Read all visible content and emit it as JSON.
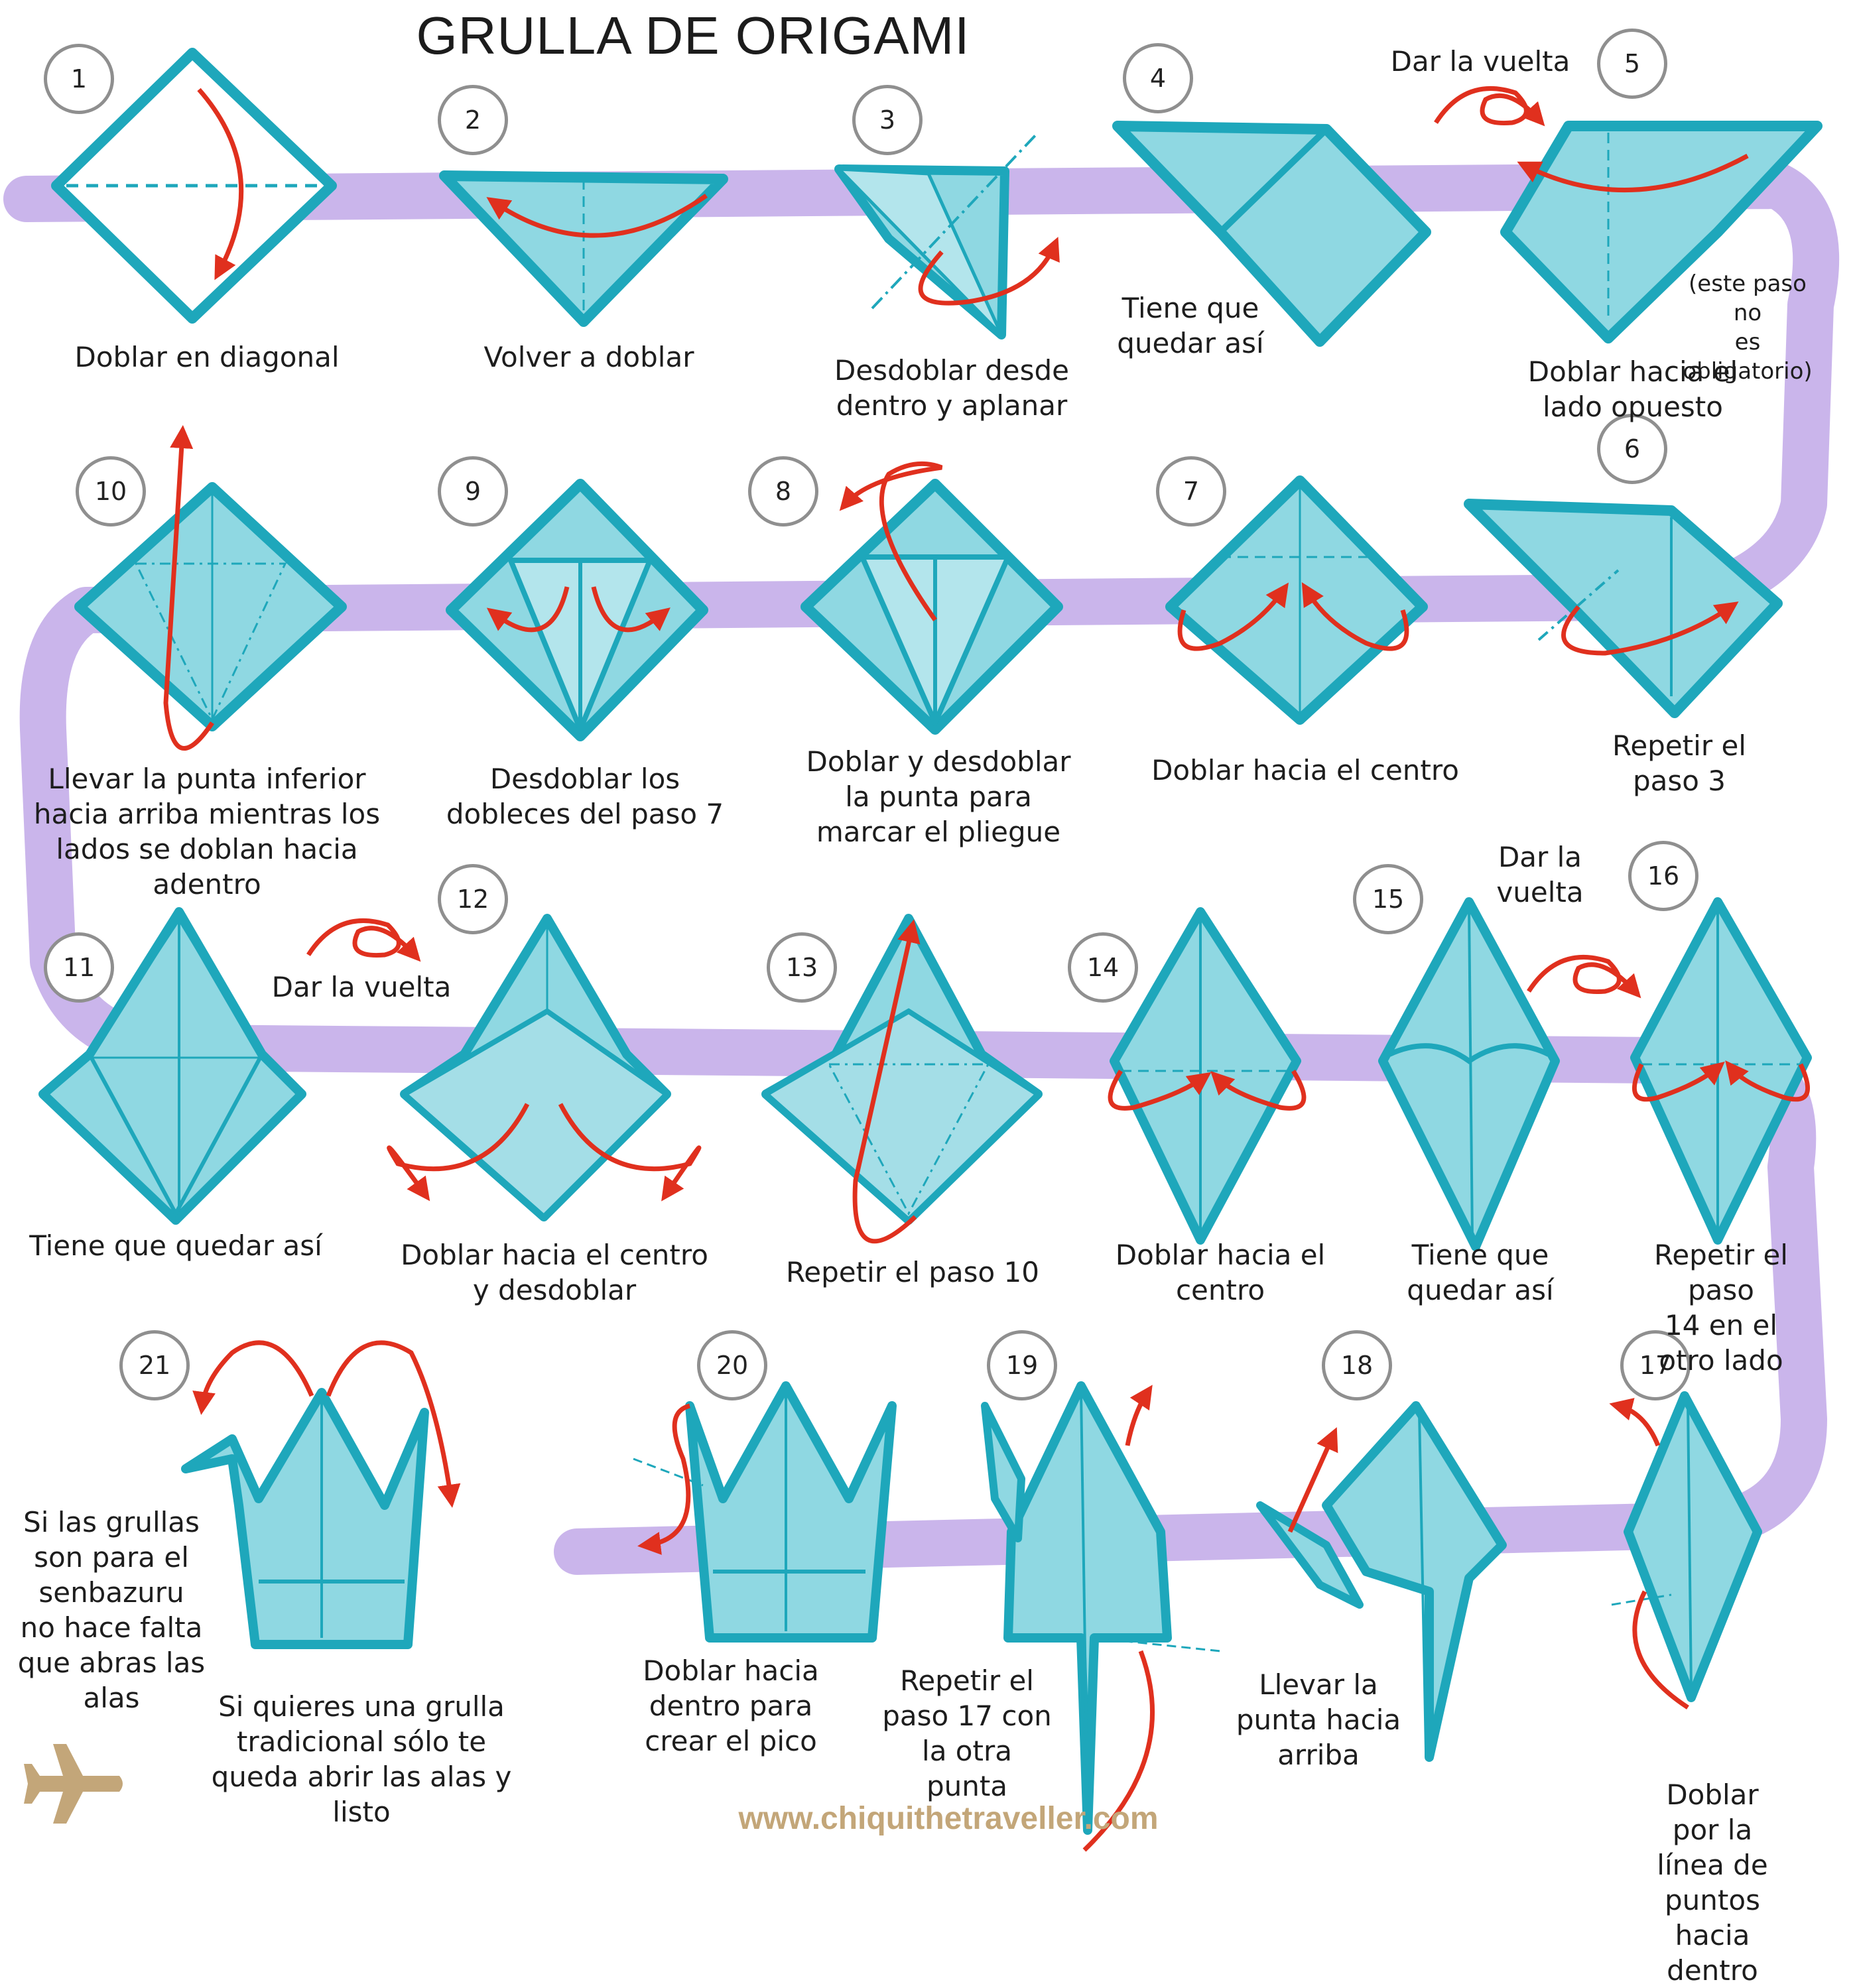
{
  "title": "GRULLA DE ORIGAMI",
  "footer": {
    "website": "www.chiquithetraveller.com"
  },
  "colors": {
    "paper": "#1ea7bb",
    "paper_fill": "#8fd8e2",
    "path": "#c1a8e8",
    "arrow": "#e0301e",
    "circle": "#8f8f8f",
    "footer": "#c3a679"
  },
  "icons": {
    "logo": "airplane-icon"
  },
  "steps": [
    {
      "n": "1",
      "caption": "Doblar en diagonal"
    },
    {
      "n": "2",
      "caption": "Volver a doblar"
    },
    {
      "n": "3",
      "caption": "Desdoblar desde\ndentro y aplanar"
    },
    {
      "n": "4",
      "caption": "Tiene que\nquedar así"
    },
    {
      "n": "5",
      "caption": "Doblar hacia el lado opuesto",
      "note": "(este paso no\nes obligatorio)"
    },
    {
      "n": "6",
      "caption": "Repetir el paso 3"
    },
    {
      "n": "7",
      "caption": "Doblar hacia el centro"
    },
    {
      "n": "8",
      "caption": "Doblar y desdoblar\nla punta para\nmarcar el pliegue"
    },
    {
      "n": "9",
      "caption": "Desdoblar los\ndobleces del paso 7"
    },
    {
      "n": "10",
      "caption": "Llevar la punta inferior\nhacia arriba mientras los\nlados se doblan hacia\nadentro"
    },
    {
      "n": "11",
      "caption": "Tiene que quedar así"
    },
    {
      "n": "12",
      "caption": "Doblar hacia el centro\ny desdoblar"
    },
    {
      "n": "13",
      "caption": "Repetir el paso 10"
    },
    {
      "n": "14",
      "caption": "Doblar hacia el\ncentro"
    },
    {
      "n": "15",
      "caption": "Tiene que\nquedar así"
    },
    {
      "n": "16",
      "caption": "Repetir el paso\n14 en el otro lado"
    },
    {
      "n": "17",
      "caption": "Doblar por la línea de\npuntos hacia dentro"
    },
    {
      "n": "18",
      "caption": "Llevar la\npunta hacia\narriba"
    },
    {
      "n": "19",
      "caption": "Repetir el\npaso 17 con\nla otra\npunta"
    },
    {
      "n": "20",
      "caption": "Doblar hacia\ndentro para\ncrear el pico"
    },
    {
      "n": "21",
      "caption": "Si quieres una grulla\ntradicional sólo te\nqueda abrir las alas y\nlisto",
      "side_note": "Si las grullas\nson para el\nsenbazuru\nno hace falta\nque abras las\nalas"
    }
  ],
  "turn_labels": [
    {
      "id": "turn-5",
      "label": "Dar la vuelta"
    },
    {
      "id": "turn-12",
      "label": "Dar la vuelta"
    },
    {
      "id": "turn-16",
      "label": "Dar la\nvuelta"
    }
  ]
}
